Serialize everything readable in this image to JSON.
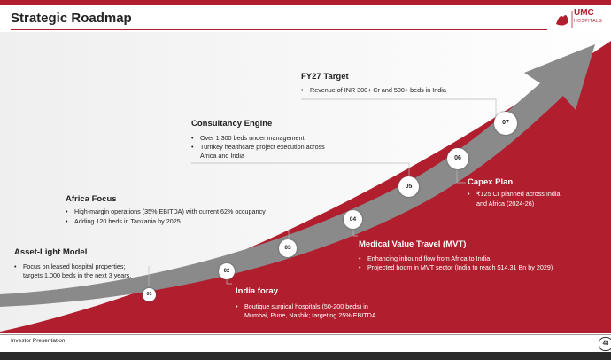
{
  "header": {
    "title": "Strategic Roadmap",
    "logo_text": "UMC",
    "logo_sub": "HOSPITALS"
  },
  "milestones": [
    {
      "num": "01",
      "title": "Asset-Light Model",
      "bullets": [
        "Focus on leased hospital properties;",
        "targets 1,000 beds in the next 3 years."
      ]
    },
    {
      "num": "02",
      "title": "India foray",
      "bullets": [
        "Boutique surgical hospitals (50-200 beds) in",
        "Mumbai, Pune, Nashik; targeting 25% EBITDA"
      ]
    },
    {
      "num": "03",
      "title": "Africa Focus",
      "bullets": [
        "High-margin operations (35% EBITDA) with current 62% occupancy",
        "Adding 120 beds in Tanzania by 2025"
      ]
    },
    {
      "num": "04",
      "title": "Medical Value Travel (MVT)",
      "bullets": [
        "Enhancing inbound flow from Africa to India",
        "Projected boom in MVT sector (India to reach $14.31 Bn by 2029)"
      ]
    },
    {
      "num": "05",
      "title": "Consultancy Engine",
      "bullets": [
        "Over 1,300 beds under management",
        "Turnkey healthcare project execution across",
        "Africa and India"
      ]
    },
    {
      "num": "06",
      "title": "Capex Plan",
      "bullets": [
        "₹125 Cr planned across India",
        "and Africa (2024-26)"
      ]
    },
    {
      "num": "07",
      "title": "FY27 Target",
      "bullets": [
        "Revenue of INR 300+ Cr and 500+ beds in India"
      ]
    }
  ],
  "footer": {
    "text": "Investor Presentation",
    "page": "48"
  },
  "colors": {
    "accent": "#b11e2e",
    "arrow": "#8a8a8a"
  }
}
